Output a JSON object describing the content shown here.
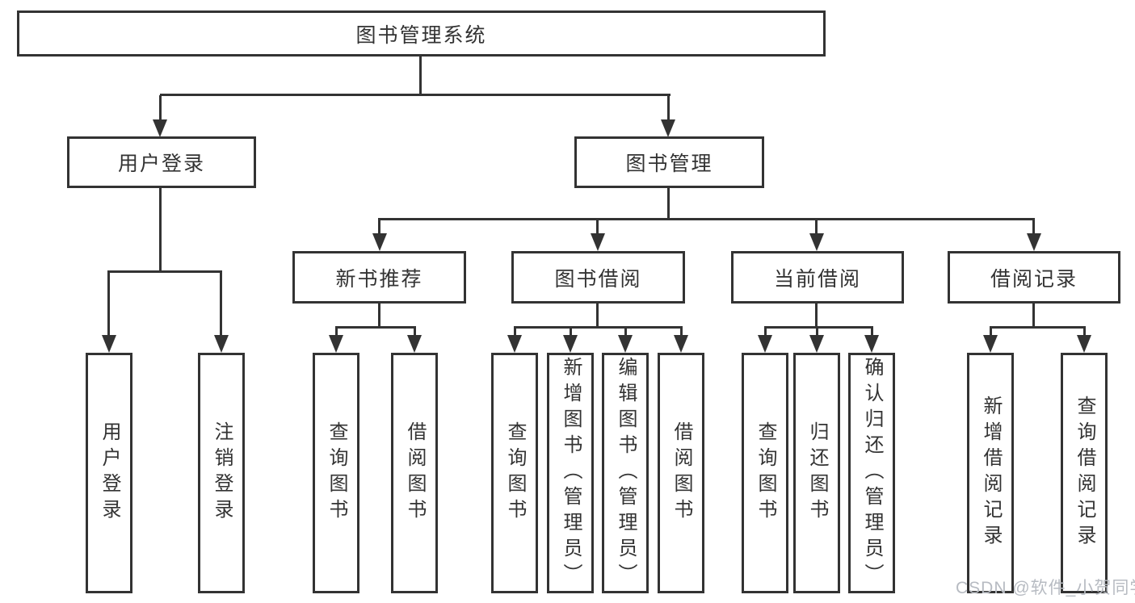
{
  "nodes": {
    "system": "图书管理系统",
    "user_login": "用户登录",
    "book_management": "图书管理",
    "login_user": "用户登录",
    "login_logout": "注销登录",
    "new_book_recommend": "新书推荐",
    "book_borrow": "图书借阅",
    "current_borrow": "当前借阅",
    "borrow_records": "借阅记录",
    "recommend_query": "查询图书",
    "recommend_borrow": "借阅图书",
    "borrow_query": "查询图书",
    "borrow_add": "新增图书（管理员）",
    "borrow_edit": "编辑图书（管理员）",
    "borrow_lend": "借阅图书",
    "current_query": "查询图书",
    "current_return": "归还图书",
    "current_confirm": "确认归还（管理员）",
    "records_add": "新增借阅记录",
    "records_query": "查询借阅记录"
  },
  "watermark": "CSDN @软件_小贺同学"
}
